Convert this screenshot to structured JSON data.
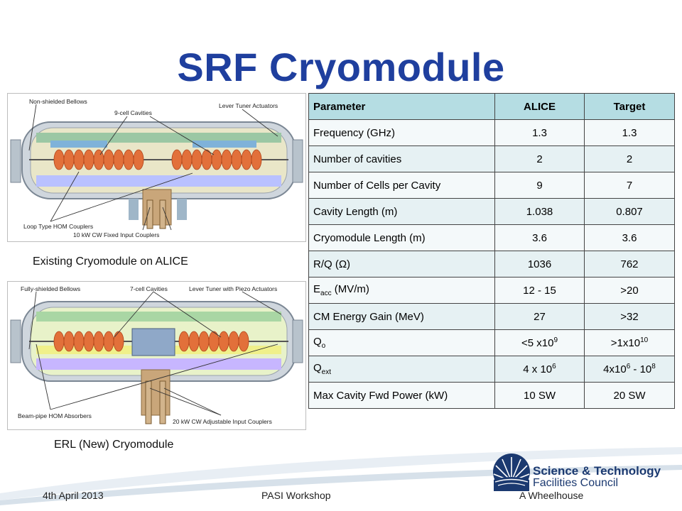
{
  "slide": {
    "title": "SRF Cryomodule",
    "footer_left": "4th April 2013",
    "footer_center": "PASI Workshop",
    "footer_right": "A Wheelhouse"
  },
  "diagram_top": {
    "caption": "Existing Cryomodule on ALICE",
    "labels": {
      "bellows": "Non-shielded Bellows",
      "cavities": "9-cell Cavities",
      "tuner": "Lever Tuner Actuators",
      "hom": "Loop Type HOM Couplers",
      "couplers": "10 kW CW Fixed Input Couplers"
    }
  },
  "diagram_bottom": {
    "caption": "ERL  (New) Cryomodule",
    "labels": {
      "bellows": "Fully-shielded Bellows",
      "cavities": "7-cell Cavities",
      "tuner": "Lever Tuner with Piezo Actuators",
      "hom": "Beam-pipe HOM Absorbers",
      "couplers": "20 kW CW Adjustable Input Couplers"
    }
  },
  "table": {
    "headers": [
      "Parameter",
      "ALICE",
      "Target"
    ],
    "rows": [
      {
        "param": "Frequency (GHz)",
        "alice": "1.3",
        "target": "1.3"
      },
      {
        "param": "Number of cavities",
        "alice": "2",
        "target": "2"
      },
      {
        "param": "Number of Cells per Cavity",
        "alice": "9",
        "target": "7"
      },
      {
        "param": "Cavity Length (m)",
        "alice": "1.038",
        "target": "0.807"
      },
      {
        "param": "Cryomodule Length (m)",
        "alice": "3.6",
        "target": "3.6"
      },
      {
        "param": "R/Q (Ω)",
        "alice": "1036",
        "target": "762"
      },
      {
        "param_main": "E",
        "param_sub": "acc",
        "param_rest": " (MV/m)",
        "alice": "12 - 15",
        "target": ">20"
      },
      {
        "param": "CM Energy Gain (MeV)",
        "alice": "27",
        "target": ">32"
      },
      {
        "param_main": "Q",
        "param_sub": "o",
        "param_rest": "",
        "alice_main": "<5 x10",
        "alice_sup": "9",
        "target_main": ">1x10",
        "target_sup": "10"
      },
      {
        "param_main": "Q",
        "param_sub": "ext",
        "param_rest": "",
        "alice_main": "4 x 10",
        "alice_sup": "6",
        "target_main": "4x10",
        "target_sup": "6",
        "target_mid": " - 10",
        "target_sup2": "8"
      },
      {
        "param": "Max Cavity Fwd Power (kW)",
        "alice": "10 SW",
        "target": "20 SW"
      }
    ]
  },
  "logo": {
    "line1": "Science & Technology",
    "line2": "Facilities Council"
  },
  "colors": {
    "title": "#1f3f9e",
    "table_header": "#b5dde3",
    "cavity": "#e2703a",
    "logo": "#1b3970"
  }
}
